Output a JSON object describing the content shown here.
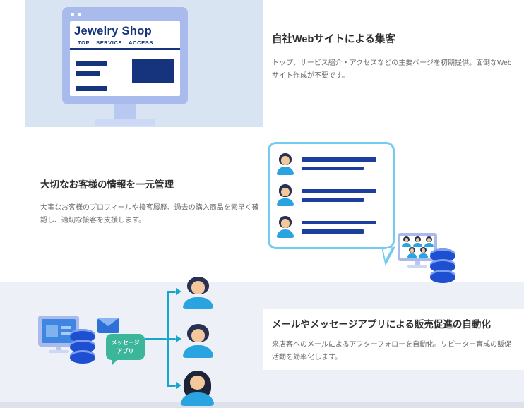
{
  "sections": {
    "web": {
      "title": "自社Webサイトによる集客",
      "desc": "トップ、サービス紹介・アクセスなどの主要ページを初期提供。面倒なWebサイト作成が不要です。"
    },
    "customers": {
      "title": "大切なお客様の情報を一元管理",
      "desc": "大事なお客様のプロフィールや接客履歴、過去の購入商品を素早く確認し、適切な接客を支援します。"
    },
    "promotion": {
      "title": "メールやメッセージアプリによる販売促進の自動化",
      "desc": "来店客へのメールによるアフターフォローを自動化。リピーター育成の販促活動を効率化します。"
    }
  },
  "browser": {
    "site_name": "Jewelry Shop",
    "nav": [
      "TOP",
      "SERVICE",
      "ACCESS"
    ]
  },
  "chat_app_bubble": {
    "line1": "メッセージ",
    "line2": "アプリ"
  },
  "icons": {
    "customer_avatar": "person-icon",
    "database": "database-cylinder-icon",
    "email": "envelope-icon",
    "chat": "speech-bubble-icon",
    "arrows": "branch-arrows-icon",
    "window_controls": "window-dots-icon"
  },
  "colors": {
    "navy": "#15347d",
    "list_bar_blue": "#1c3f9e",
    "monitor_frame": "#a9bbec",
    "bubble_border": "#74cbf0",
    "green_bubble": "#3cb69a",
    "arrow_teal": "#17a6c9",
    "db_blue": "#1e4fd1",
    "backdrop_blue": "#d9e4f3",
    "page_bg": "#edf1f7"
  }
}
